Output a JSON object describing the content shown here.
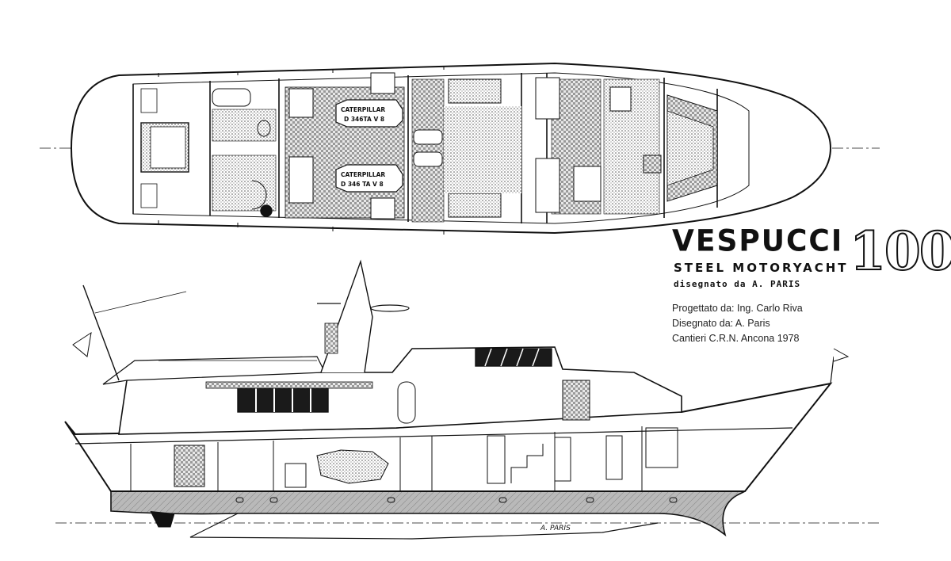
{
  "drawing": {
    "engine_top_name": "CATERPILLAR",
    "engine_top_model": "D 346TA V 8",
    "engine_bottom_name": "CATERPILLAR",
    "engine_bottom_model": "D 346 TA V 8",
    "signature": "A. PARIS"
  },
  "brand": {
    "name": "VESPUCCI",
    "size": "100'",
    "subtitle": "STEEL MOTORYACHT",
    "designer_line": "disegnato da  A. PARIS"
  },
  "credits": [
    "Progettato da: Ing. Carlo Riva",
    "Disegnato da: A. Paris",
    "Cantieri C.R.N.  Ancona  1978"
  ],
  "colors": {
    "ink": "#111111",
    "hatch": "#bdbdbd",
    "floor": "#9a9a9a"
  }
}
